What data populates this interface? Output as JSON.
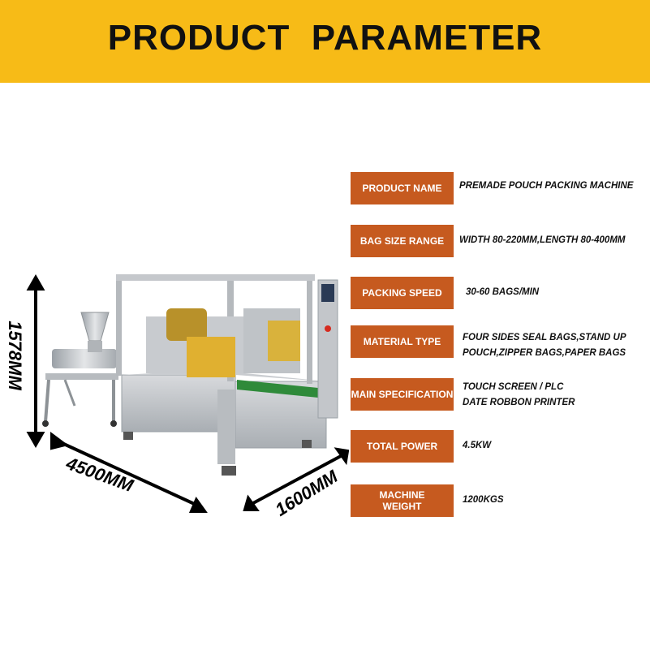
{
  "banner": {
    "title": "PRODUCT  PARAMETER"
  },
  "dimensions": {
    "height": "1578MM",
    "length": "4500MM",
    "width": "1600MM"
  },
  "specs": [
    {
      "label": "PRODUCT NAME",
      "value": "PREMADE POUCH PACKING MACHINE"
    },
    {
      "label": "BAG SIZE RANGE",
      "value": "WIDTH 80-220MM,LENGTH 80-400MM"
    },
    {
      "label": "PACKING SPEED",
      "value": "30-60 BAGS/MIN"
    },
    {
      "label": "MATERIAL TYPE",
      "value": "FOUR SIDES SEAL BAGS,STAND UP\nPOUCH,ZIPPER BAGS,PAPER BAGS"
    },
    {
      "label": "MAIN SPECIFICATION",
      "value": "TOUCH SCREEN / PLC\nDATE ROBBON PRINTER"
    },
    {
      "label": "TOTAL POWER",
      "value": "4.5KW"
    },
    {
      "label": "MACHINE\nWEIGHT",
      "value": "1200KGS"
    }
  ],
  "colors": {
    "banner": "#f7bb17",
    "label_bg": "#c65a1f",
    "label_text": "#ffffff"
  }
}
